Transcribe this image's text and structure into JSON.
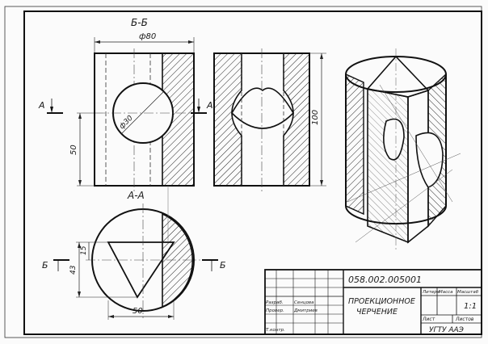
{
  "views": {
    "section_bb_title": "Б-Б",
    "section_aa_title": "А-А",
    "dim_diameter": "ф80",
    "dim_hole": "ф30",
    "dim_height_left": "50",
    "dim_height_right": "100",
    "dim_43": "43",
    "dim_15": "15",
    "dim_bottom_50": "50",
    "cut_a_left": "А",
    "cut_a_right": "А",
    "cut_b_left": "Б",
    "cut_b_right": "Б"
  },
  "title_block": {
    "doc_number": "058.002.005001",
    "title_line1": "ПРОЕКЦИОННОЕ",
    "title_line2": "ЧЕРЧЕНИЕ",
    "header_lit": "Литера",
    "header_mass": "Масса",
    "header_scale": "Масштаб",
    "scale_value": "1:1",
    "row_razrab": "Разраб.",
    "row_prov": "Провер.",
    "row_tkontr": "Т.контр.",
    "name_1": "Сенцова",
    "name_2": "Дмитриев",
    "sheet": "Лист",
    "sheets": "Листов",
    "group": "УГТУ ААЭ"
  }
}
